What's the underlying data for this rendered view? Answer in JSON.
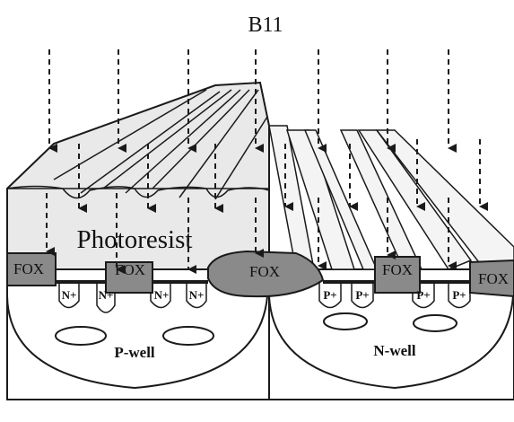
{
  "title": "B11",
  "labels": {
    "photoresist": "Photoresist",
    "fox": "FOX",
    "n_plus": "N+",
    "p_plus": "P+",
    "p_well": "P-well",
    "n_well": "N-well"
  },
  "colors": {
    "resist": "#e8e8e8",
    "resist_shadow": "#bdbdbd",
    "fox": "#8a8a8a",
    "outline": "#1a1a1a",
    "substrate": "#ffffff"
  },
  "icons": {
    "implant_arrow": "dashed-down-arrow"
  }
}
